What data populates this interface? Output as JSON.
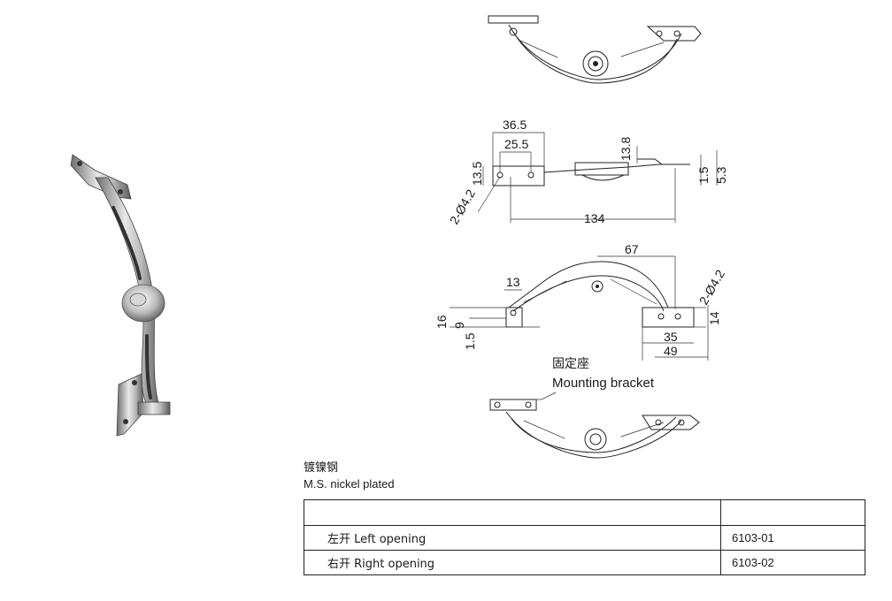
{
  "material": {
    "name_cn": "镀镍钢",
    "name_en": "M.S. nickel plated"
  },
  "drawing": {
    "dimensions": {
      "d36_5": "36.5",
      "d25_5": "25.5",
      "d13_8": "13.8",
      "d13_5": "13.5",
      "d1_5_top": "1.5",
      "d5_3": "5.3",
      "d2phi_top": "2-Ø4.2",
      "d134": "134",
      "d67": "67",
      "d13": "13",
      "d16": "16",
      "d9": "9",
      "d1_5_mid": "1.5",
      "d2phi_mid": "2-Ø4.2",
      "d14": "14",
      "d35": "35",
      "d49": "49"
    },
    "callout_cn": "固定座",
    "callout_en": "Mounting bracket"
  },
  "table": {
    "header": [
      "",
      ""
    ],
    "rows": [
      {
        "description": "左开 Left opening",
        "code": "6103-01"
      },
      {
        "description": "右开 Right opening",
        "code": "6103-02"
      }
    ]
  }
}
